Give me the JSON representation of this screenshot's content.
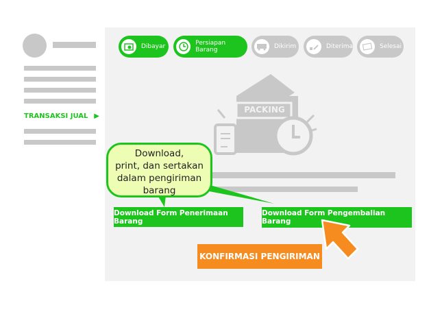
{
  "sidebar": {
    "active_item": "TRANSAKSI JUAL",
    "active_color": "#1ec41e"
  },
  "steps": [
    {
      "label": "Dibayar",
      "icon": "payment-icon",
      "active": true
    },
    {
      "label": "Persiapan Barang",
      "icon": "clock-icon",
      "active": true
    },
    {
      "label": "Dikirim",
      "icon": "truck-icon",
      "active": false
    },
    {
      "label": "Diterima",
      "icon": "delivery-icon",
      "active": false
    },
    {
      "label": "Selesai",
      "icon": "ticket-icon",
      "active": false
    }
  ],
  "illustration": {
    "label": "PACKING"
  },
  "tooltip": {
    "lines": [
      "Download,",
      "print, dan sertakan",
      "dalam pengiriman",
      "barang"
    ]
  },
  "buttons": {
    "download_receive": "Download Form Penerimaan Barang",
    "download_return": "Download Form Pengembalian Barang",
    "confirm": "KONFIRMASI PENGIRIMAN"
  },
  "colors": {
    "green": "#1ec41e",
    "orange": "#f68b1f",
    "gray": "#c8c8c8",
    "bubble": "#edfdb4"
  }
}
